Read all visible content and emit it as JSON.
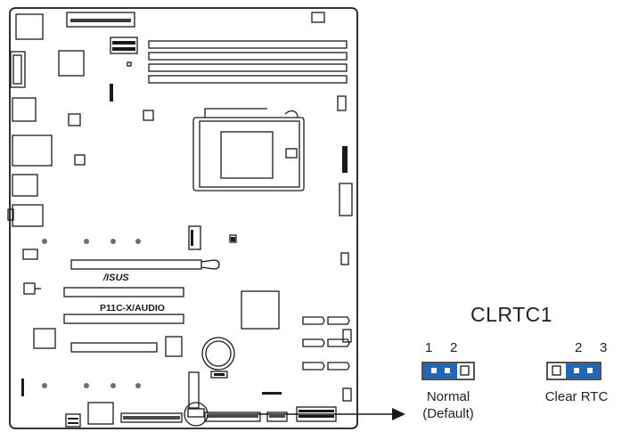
{
  "board": {
    "logo": "/ISUS",
    "model": "P11C-X/AUDIO"
  },
  "jumper": {
    "title": "CLRTC1",
    "left": {
      "pin_a": "1",
      "pin_b": "2",
      "caption_line1": "Normal",
      "caption_line2": "(Default)"
    },
    "right": {
      "pin_a": "2",
      "pin_b": "3",
      "caption": "Clear RTC"
    },
    "colors": {
      "cap": "#2466b3",
      "pin": "#ffffff",
      "outline": "#1a1a1a"
    }
  }
}
